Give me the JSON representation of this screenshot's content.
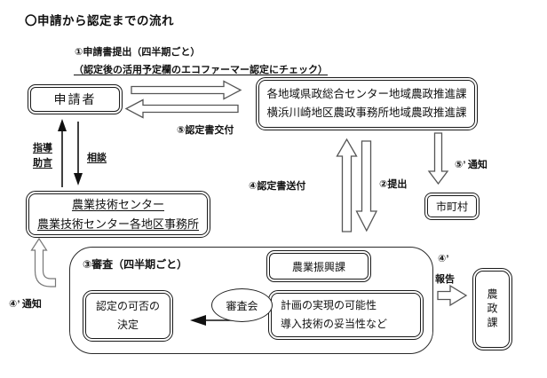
{
  "title": "〇申請から認定までの流れ",
  "labels": {
    "step1_line1": "①申請書提出（四半期ごと）",
    "step1_line2": "（認定後の活用予定欄のエコファーマー認定にチェック）",
    "cert_issue": "⑤認定書交付",
    "guidance": "指導",
    "advice": "助言",
    "consult": "相談",
    "cert_send": "④認定書送付",
    "submit": "②提出",
    "notify5": "⑤’ 通知",
    "review": "③審査（四半期ごと）",
    "report_num": "④’",
    "report": "報告",
    "notify4": "④’ 通知"
  },
  "boxes": {
    "applicant": "申請者",
    "regional_center_line1": "各地域県政総合センター地域農政推進課",
    "regional_center_line2": "横浜川崎地区農政事務所地域農政推進課",
    "agtech_line1": "農業技術センター",
    "agtech_line2": "農業技術センター各地区事務所",
    "municipality": "市町村",
    "agri_promotion": "農業振興課",
    "council": "審査会",
    "criteria_line1": "計画の実現の可能性",
    "criteria_line2": "導入技術の妥当性など",
    "decision_line1": "認定の可否の",
    "decision_line2": "決定",
    "agri_policy": "農政課"
  },
  "colors": {
    "ink": "#111111",
    "arrow_outline": "#555555",
    "background": "#ffffff"
  }
}
